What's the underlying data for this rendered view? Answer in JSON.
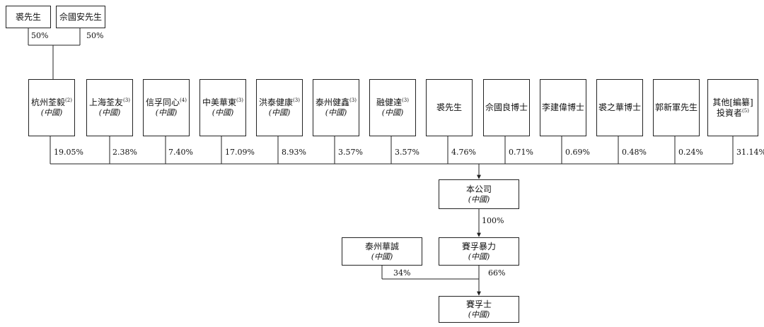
{
  "top_shareholders": [
    {
      "name": "裘先生",
      "pct": "50%"
    },
    {
      "name": "佘國安先生",
      "pct": "50%"
    }
  ],
  "shareholders": [
    {
      "name": "杭州荃毅",
      "note": "(2)",
      "sub": "(中國)",
      "pct": "19.05%"
    },
    {
      "name": "上海荃友",
      "note": "(3)",
      "sub": "(中國)",
      "pct": "2.38%"
    },
    {
      "name": "信孚同心",
      "note": "(4)",
      "sub": "(中國)",
      "pct": "7.40%"
    },
    {
      "name": "中美華東",
      "note": "(3)",
      "sub": "(中國)",
      "pct": "17.09%"
    },
    {
      "name": "洪泰健康",
      "note": "(3)",
      "sub": "(中國)",
      "pct": "8.93%"
    },
    {
      "name": "泰州健鑫",
      "note": "(3)",
      "sub": "(中國)",
      "pct": "3.57%"
    },
    {
      "name": "融健達",
      "note": "(3)",
      "sub": "(中國)",
      "pct": "3.57%"
    },
    {
      "name": "裘先生",
      "note": "",
      "sub": "",
      "pct": "4.76%"
    },
    {
      "name": "佘國良博士",
      "note": "",
      "sub": "",
      "pct": "0.71%"
    },
    {
      "name": "李建偉博士",
      "note": "",
      "sub": "",
      "pct": "0.69%"
    },
    {
      "name": "裘之華博士",
      "note": "",
      "sub": "",
      "pct": "0.48%"
    },
    {
      "name": "郭新軍先生",
      "note": "",
      "sub": "",
      "pct": "0.24%"
    },
    {
      "name": "其他[編纂]",
      "name2": "投資者",
      "note": "(5)",
      "sub": "",
      "pct": "31.14%"
    }
  ],
  "company": {
    "name": "本公司",
    "sub": "(中國)"
  },
  "company_to_sub_pct": "100%",
  "subsidiary": {
    "name": "賽孚暴力",
    "sub": "(中國)",
    "pct": "66%"
  },
  "partner": {
    "name": "泰州華誠",
    "sub": "(中國)",
    "pct": "34%"
  },
  "bottom": {
    "name": "賽孚士",
    "sub": "(中國)"
  }
}
